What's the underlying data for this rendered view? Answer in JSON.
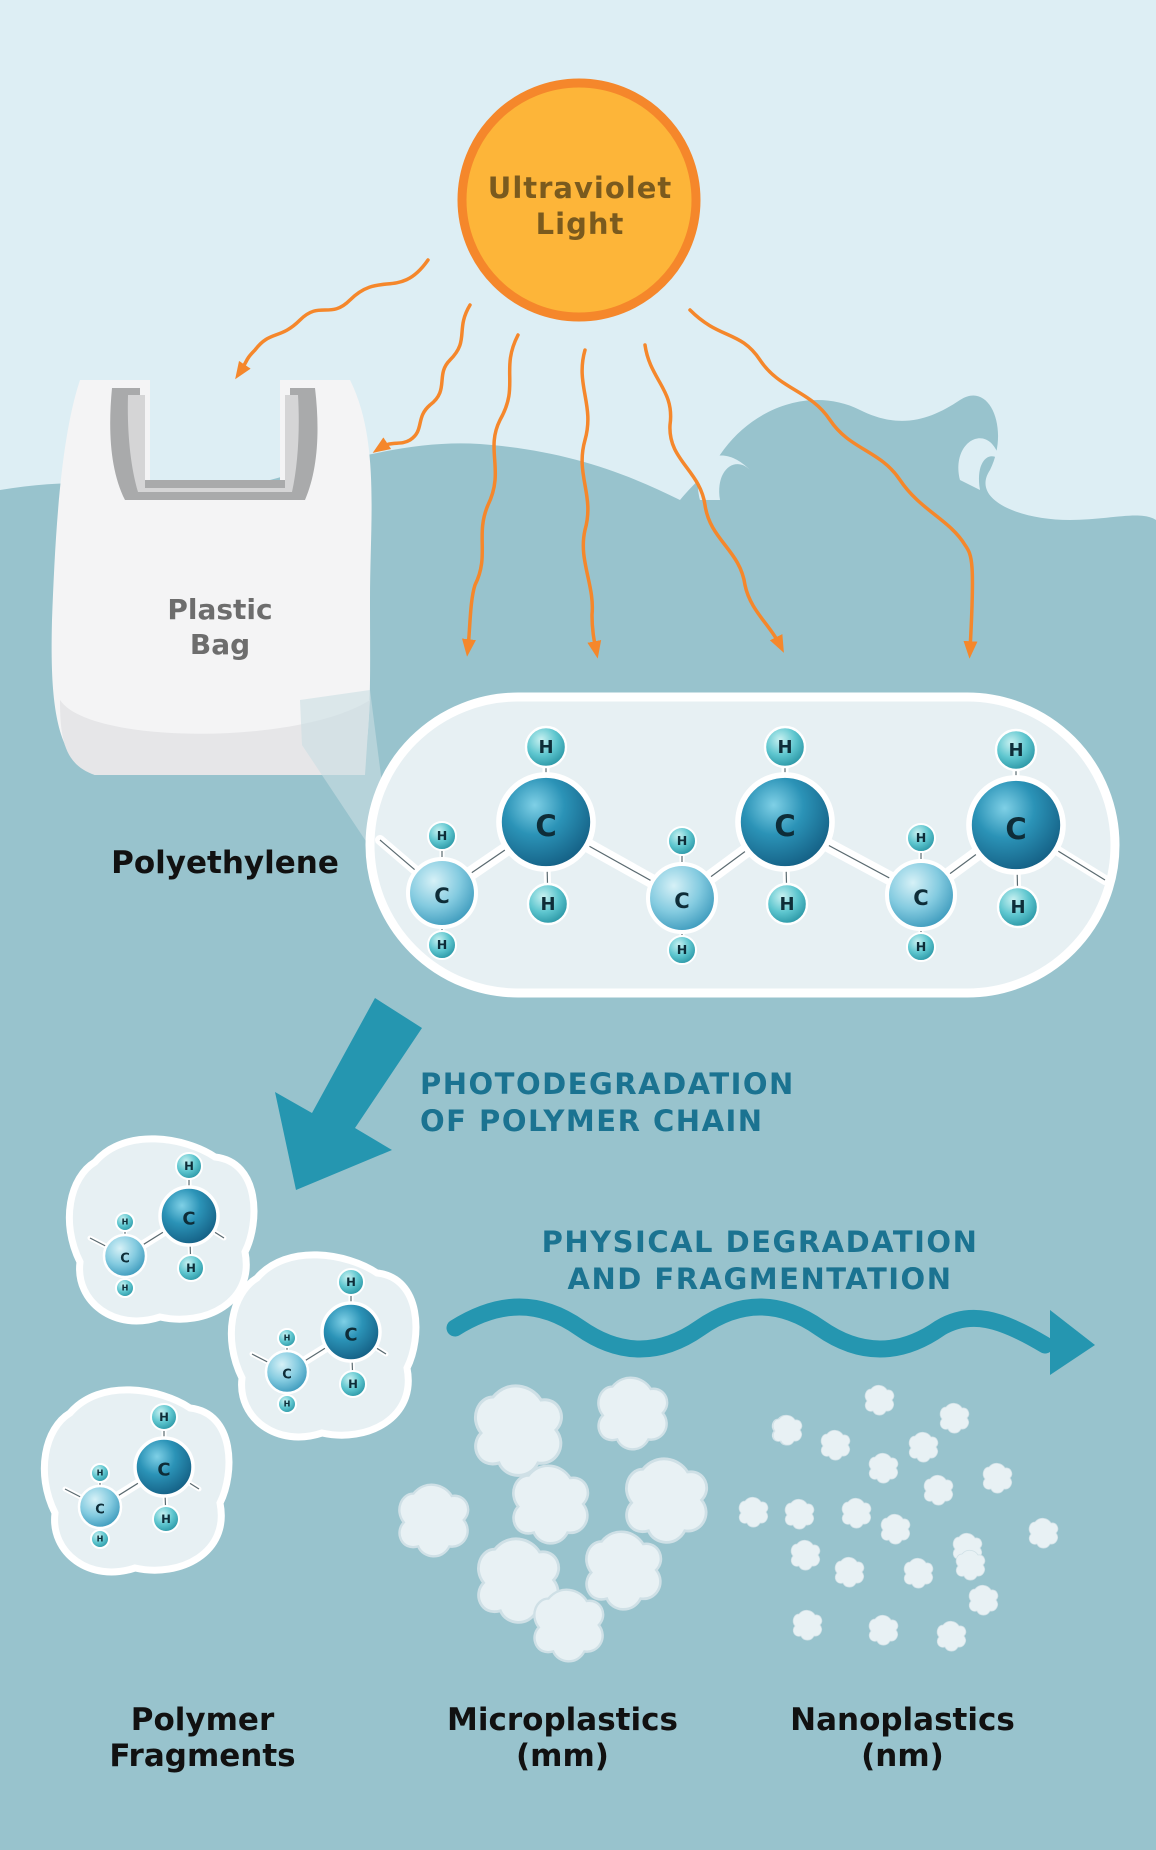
{
  "labels": {
    "sun": "Ultraviolet\nLight",
    "bag": "Plastic\nBag",
    "polyethylene": "Polyethylene",
    "photodegradation": "PHOTODEGRADATION\nOF POLYMER CHAIN",
    "physical": "PHYSICAL DEGRADATION\nAND FRAGMENTATION",
    "fragments": "Polymer\nFragments",
    "microplastics": "Microplastics\n(mm)",
    "nanoplastics": "Nanoplastics\n(nm)"
  },
  "atoms": {
    "carbon": "C",
    "hydrogen": "H"
  },
  "colors": {
    "sky": "#ddeef4",
    "sea": "#98c3cd",
    "sun_fill": "#fdb539",
    "sun_ring": "#f5872b",
    "uv_ray": "#f5872b",
    "teal_arrow": "#2596b0",
    "heading_teal": "#1b7391",
    "panel_fill": "#e7f0f3",
    "atom_carbon": "#2187aa",
    "atom_hydrogen": "#5ec6cf"
  }
}
